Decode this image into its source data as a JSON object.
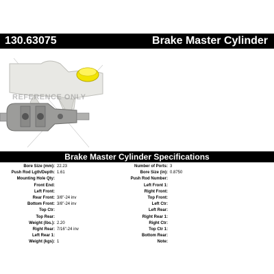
{
  "header": {
    "part_number": "130.63075",
    "part_name": "Brake Master Cylinder"
  },
  "image": {
    "watermark": "REFERENCE ONLY"
  },
  "specs": {
    "title": "Brake Master Cylinder Specifications",
    "left": [
      {
        "label": "Bore Size (mm):",
        "value": "22.23"
      },
      {
        "label": "Push Rod Lgth/Depth:",
        "value": "1.61"
      },
      {
        "label": "Mounting Hole Qty:",
        "value": ""
      },
      {
        "label": "Front End:",
        "value": ""
      },
      {
        "label": "Left Front:",
        "value": ""
      },
      {
        "label": "Rear Front:",
        "value": "3/8\"-24 inv"
      },
      {
        "label": "Bottom Front:",
        "value": "3/8\"-24 inv"
      },
      {
        "label": "Top Ctr:",
        "value": ""
      },
      {
        "label": "Top Rear:",
        "value": ""
      },
      {
        "label": "Weight (lbs.):",
        "value": "2.20"
      },
      {
        "label": "Right Rear:",
        "value": "7/16\"-24 inv"
      },
      {
        "label": "Left Rear 1:",
        "value": ""
      },
      {
        "label": "Weight (kgs):",
        "value": "1"
      }
    ],
    "right": [
      {
        "label": "Number of Ports:",
        "value": "3"
      },
      {
        "label": "Bore Size (in):",
        "value": "0.8750"
      },
      {
        "label": "Push Rod Number:",
        "value": ""
      },
      {
        "label": "Left Front 1:",
        "value": ""
      },
      {
        "label": "Right Front:",
        "value": ""
      },
      {
        "label": "Top Front:",
        "value": ""
      },
      {
        "label": "Left Ctr:",
        "value": ""
      },
      {
        "label": "Left Rear:",
        "value": ""
      },
      {
        "label": "Right Rear 1:",
        "value": ""
      },
      {
        "label": "Right Ctr:",
        "value": ""
      },
      {
        "label": "Top Ctr 1:",
        "value": ""
      },
      {
        "label": "Bottom Rear:",
        "value": ""
      },
      {
        "label": "Note:",
        "value": ""
      }
    ]
  },
  "colors": {
    "bar": "#000000",
    "reservoir": "#e4e4e0",
    "cap": "#f0e200",
    "body": "#9a9a98"
  }
}
